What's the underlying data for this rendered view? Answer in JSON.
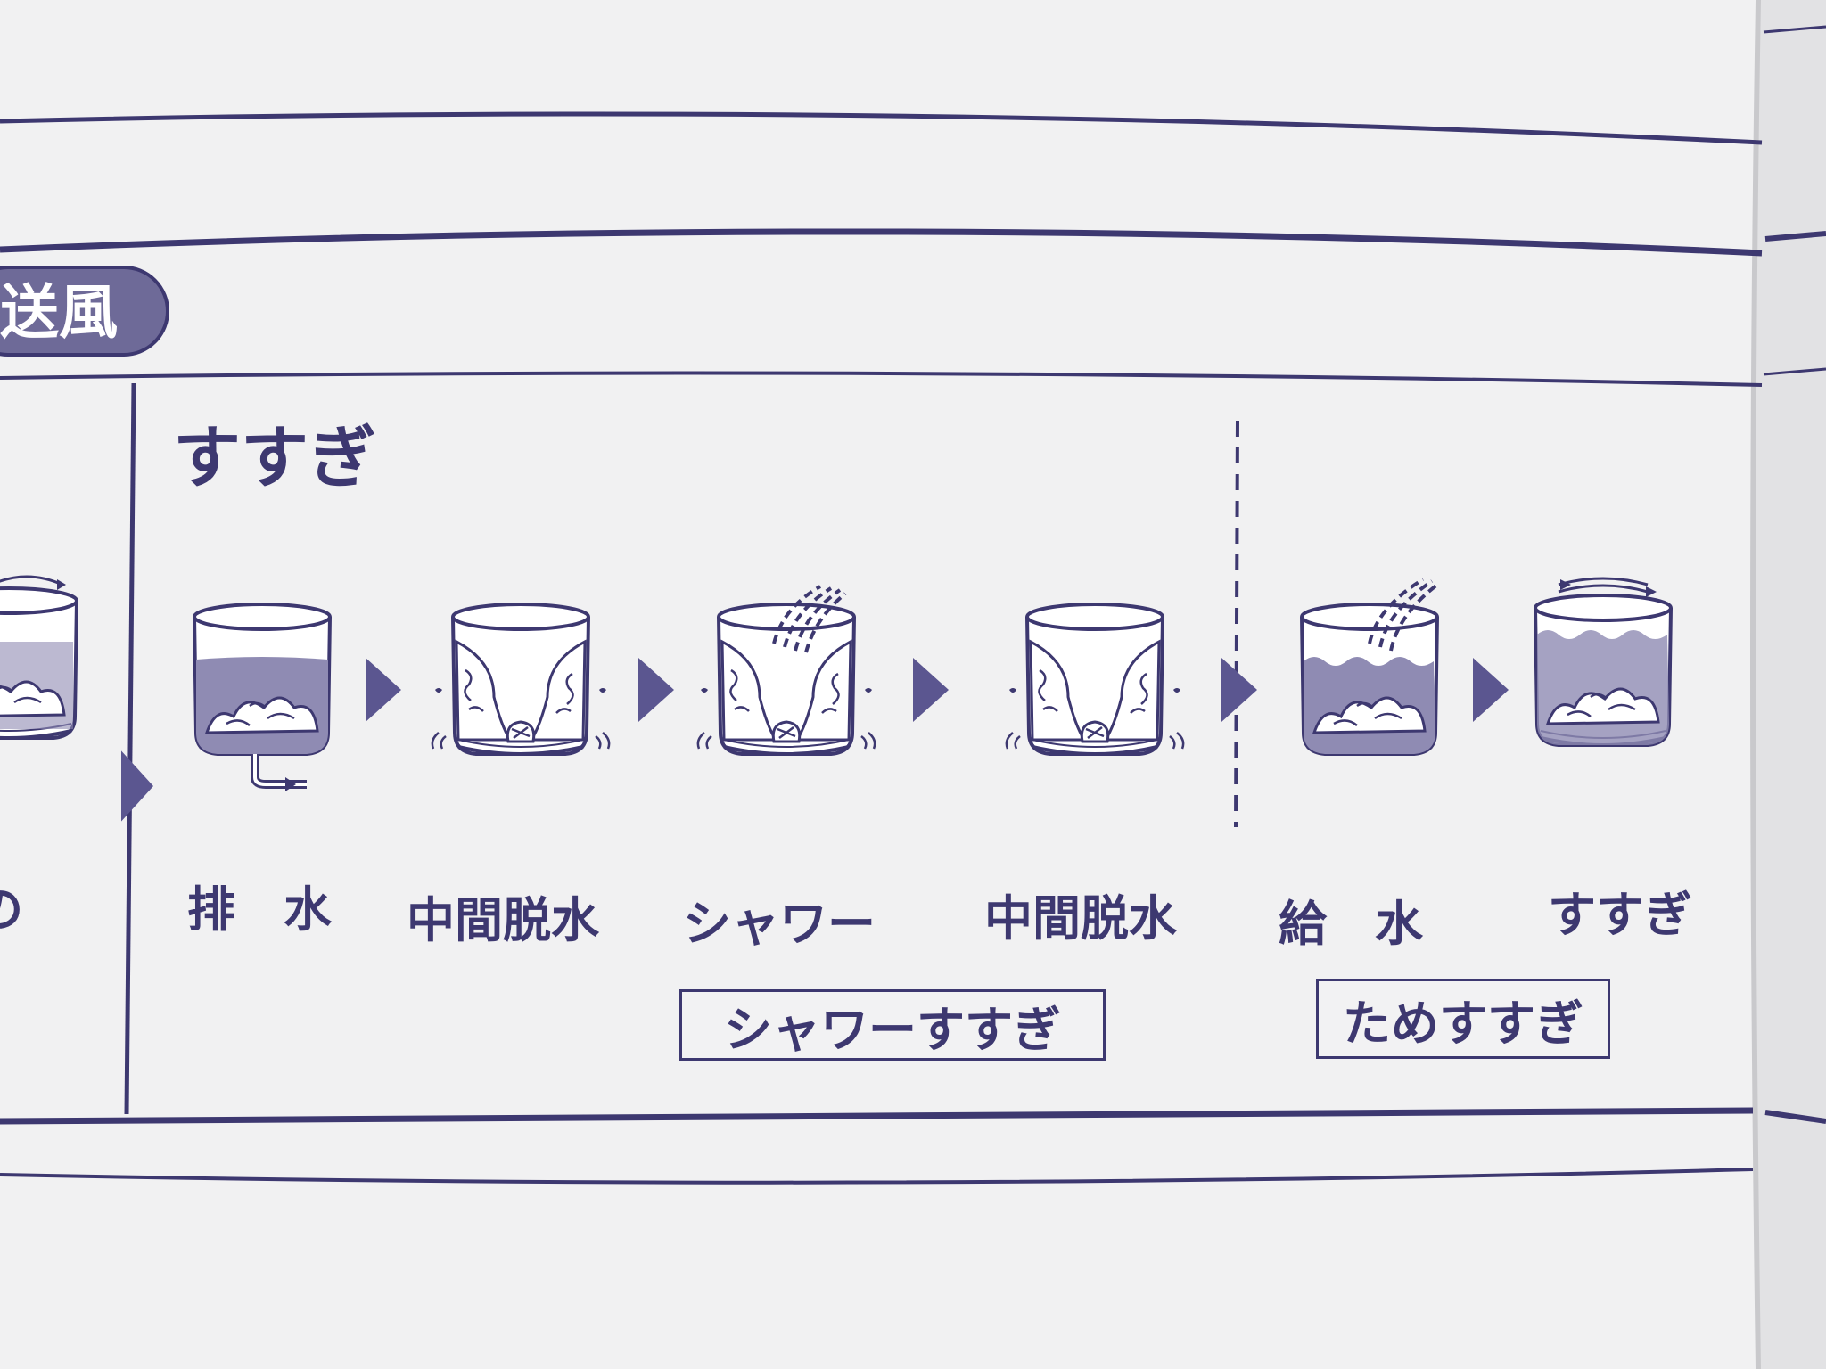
{
  "colors": {
    "ink": "#3d3870",
    "paper": "#f1f1f2",
    "tab_fill": "#6e6a98",
    "water": "#8f8bb3",
    "page_edge": "#e2e2e4",
    "background": "#bdb7ad"
  },
  "header_tab": {
    "label": "送風"
  },
  "section": {
    "title": "すすぎ"
  },
  "left_partial": {
    "label_fragment": "の"
  },
  "steps": [
    {
      "label": "排　水",
      "icon": "tub-drain-icon"
    },
    {
      "label": "中間脱水",
      "icon": "tub-spin-icon"
    },
    {
      "label": "シャワー",
      "icon": "tub-shower-spin-icon"
    },
    {
      "label": "中間脱水",
      "icon": "tub-spin-icon"
    },
    {
      "label": "給　水",
      "icon": "tub-fill-icon"
    },
    {
      "label": "すすぎ",
      "icon": "tub-rinse-rotate-icon"
    }
  ],
  "groups": [
    {
      "label": "シャワーすすぎ"
    },
    {
      "label": "ためすすぎ"
    }
  ]
}
